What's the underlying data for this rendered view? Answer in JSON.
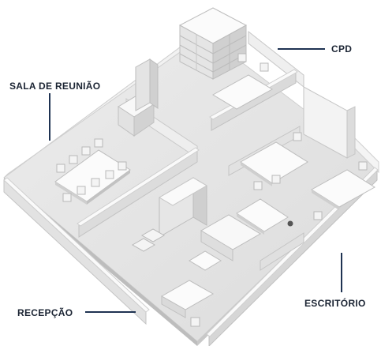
{
  "labels": {
    "sala_de_reuniao": "SALA DE REUNIÃO",
    "cpd": "CPD",
    "recepcao": "RECEPÇÃO",
    "escritorio": "ESCRITÓRIO"
  },
  "colors": {
    "line": "#1f3352",
    "text": "#1b2433",
    "floor": "#e6e6e6",
    "wall": "#f7f7f7",
    "wall_side": "#cfcfcf"
  }
}
